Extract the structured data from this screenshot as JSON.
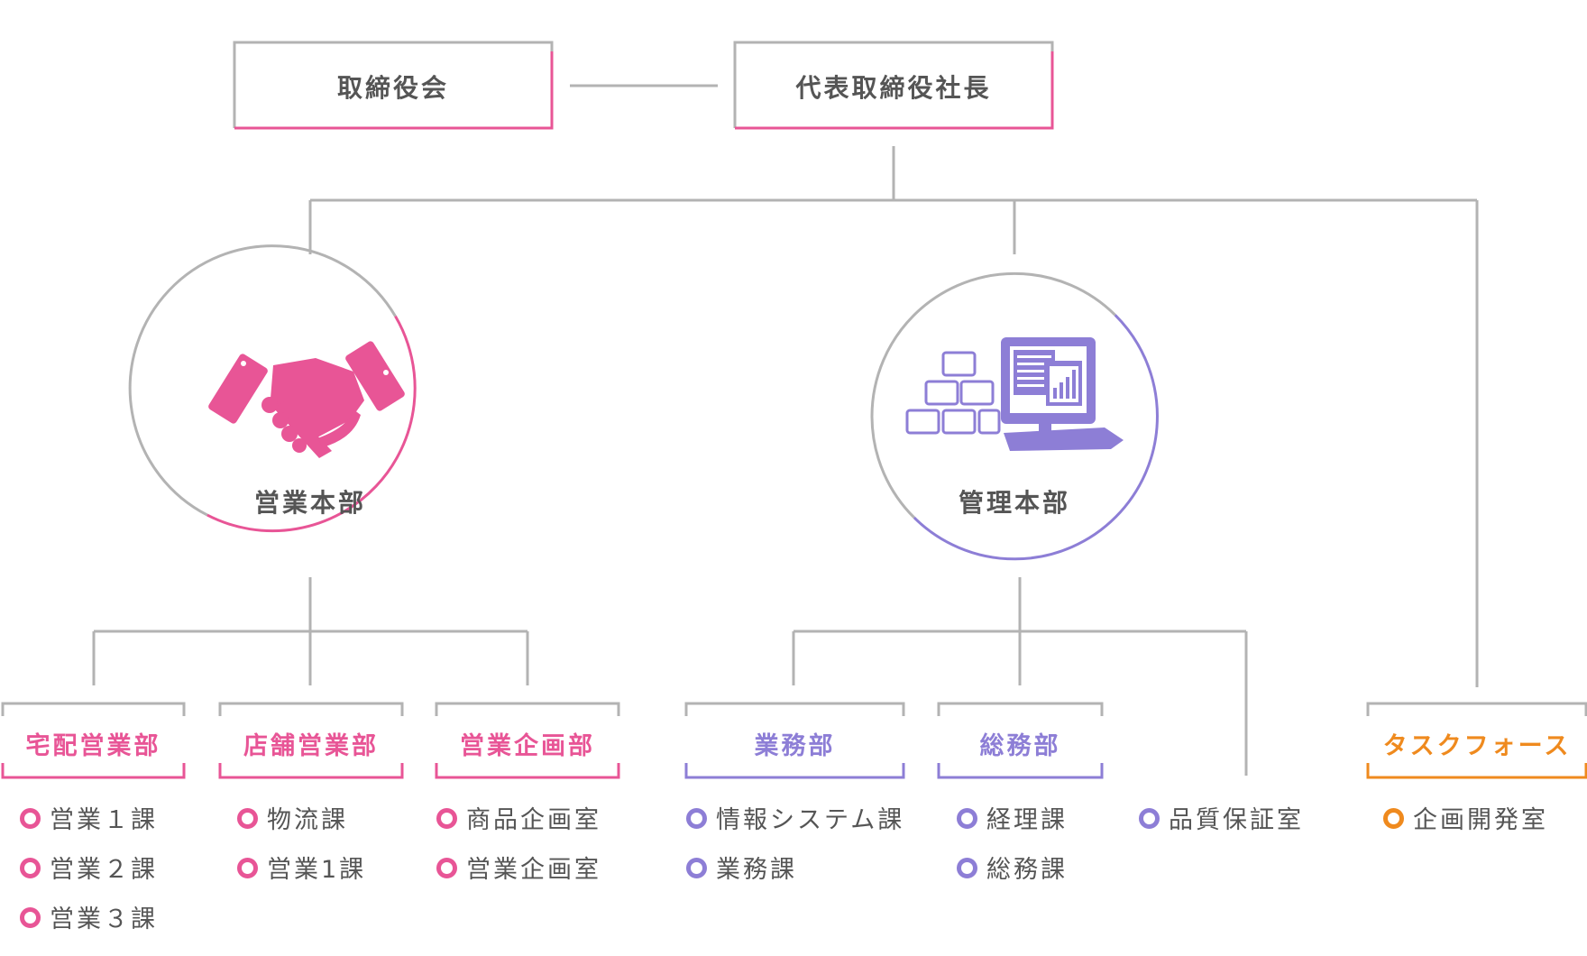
{
  "top": {
    "board": "取締役会",
    "president": "代表取締役社長"
  },
  "divisions": {
    "sales": "営業本部",
    "admin": "管理本部"
  },
  "departments": [
    {
      "name": "宅配営業部",
      "items": [
        "営業１課",
        "営業２課",
        "営業３課"
      ]
    },
    {
      "name": "店舗営業部",
      "items": [
        "物流課",
        "営業1課"
      ]
    },
    {
      "name": "営業企画部",
      "items": [
        "商品企画室",
        "営業企画室"
      ]
    },
    {
      "name": "業務部",
      "items": [
        "情報システム課",
        "業務課"
      ]
    },
    {
      "name": "総務部",
      "items": [
        "経理課",
        "総務課"
      ]
    },
    {
      "name": "",
      "items": [
        "品質保証室"
      ]
    },
    {
      "name": "タスクフォース",
      "items": [
        "企画開発室"
      ]
    }
  ],
  "colors": {
    "pink": "#e85596",
    "purple": "#8d7ed6",
    "orange": "#ef8a1e",
    "gray": "#b3b3b3",
    "text": "#555555"
  },
  "icons": {
    "sales": "handshake-icon",
    "admin": "computer-boxes-icon"
  }
}
